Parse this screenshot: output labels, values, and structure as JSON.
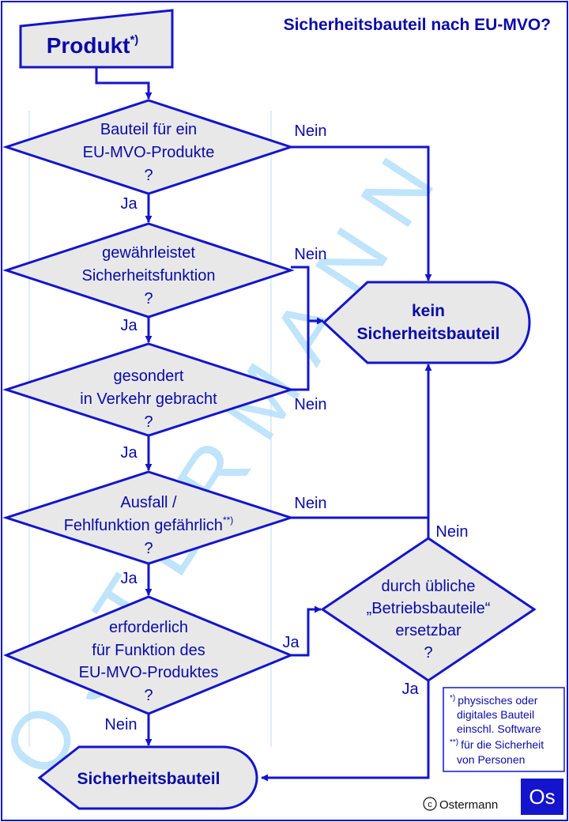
{
  "title": "Sicherheitsbauteil nach EU-MVO?",
  "watermark": "OSTERMANN",
  "start": {
    "label": "Produkt",
    "sup": "*)"
  },
  "decisions": [
    {
      "lines": [
        "Bauteil für ein",
        "EU-MVO-Produkte",
        "?"
      ]
    },
    {
      "lines": [
        "gewährleistet",
        "Sicherheitsfunktion",
        "?"
      ]
    },
    {
      "lines": [
        "gesondert",
        "in Verkehr gebracht",
        "?"
      ]
    },
    {
      "lines": [
        "Ausfall /",
        "Fehlfunktion gefährlich",
        "?"
      ],
      "sup": "**)"
    },
    {
      "lines": [
        "erforderlich",
        "für Funktion des",
        "EU-MVO-Produktes",
        "?"
      ]
    },
    {
      "lines": [
        "durch übliche",
        "„Betriebsbauteile“",
        "ersetzbar",
        "?"
      ]
    }
  ],
  "labels": {
    "yes": "Ja",
    "no": "Nein"
  },
  "results": {
    "not_safety": [
      "kein",
      "Sicherheitsbauteil"
    ],
    "safety": "Sicherheitsbauteil"
  },
  "footnotes": [
    {
      "mark": "*)",
      "lines": [
        "physisches oder",
        "digitales Bauteil",
        "einschl. Software"
      ]
    },
    {
      "mark": "**)",
      "lines": [
        "für die Sicherheit",
        "von Personen"
      ]
    }
  ],
  "copyright": "Ostermann",
  "logo": "Os",
  "colors": {
    "line": "#1414cc",
    "text": "#0a0aa8",
    "fill": "#e8e8e8",
    "watermark": "#bfe4fb",
    "logo_bg": "#1414cc"
  }
}
